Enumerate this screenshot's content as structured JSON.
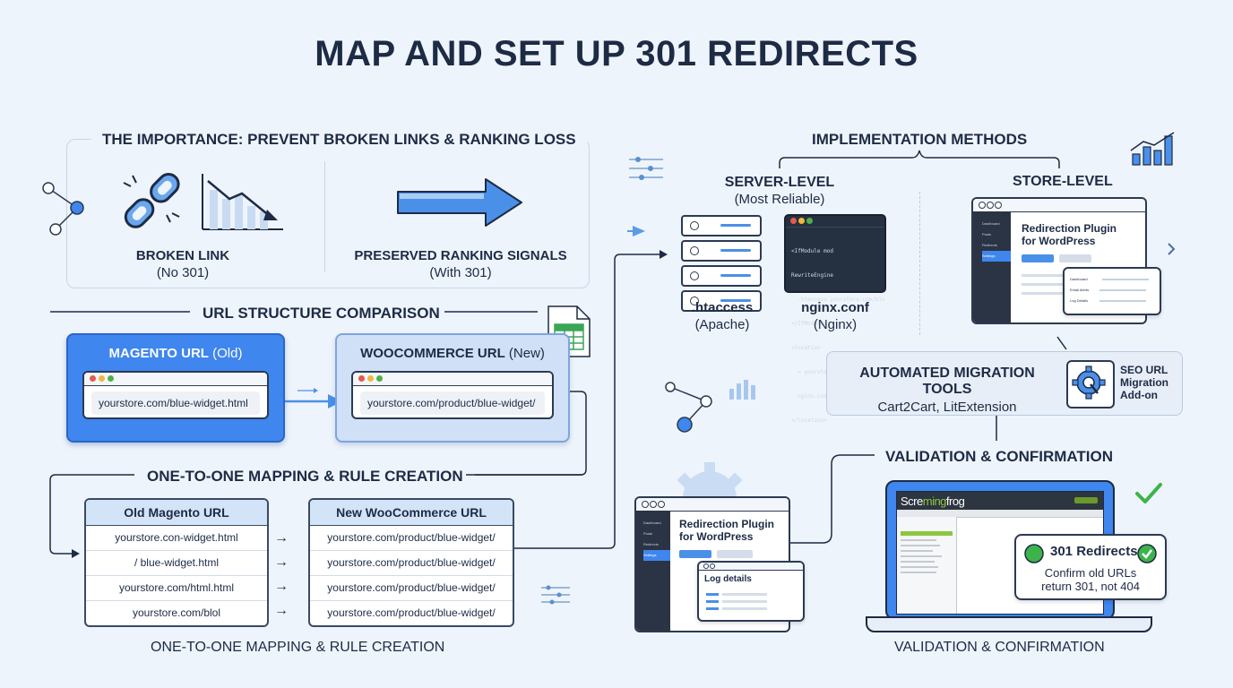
{
  "title": "MAP AND SET UP 301 REDIRECTS",
  "importance": {
    "header": "THE IMPORTANCE: PREVENT BROKEN LINKS & RANKING LOSS",
    "broken_title": "BROKEN LINK",
    "broken_sub": "(No 301)",
    "preserved_title": "PRESERVED RANKING SIGNALS",
    "preserved_sub": "(With 301)"
  },
  "url_comparison": {
    "header": "URL STRUCTURE COMPARISON",
    "old_title": "MAGENTO URL",
    "old_tag": "(Old)",
    "old_url": "yourstore.com/blue-widget.html",
    "new_title": "WOOCOMMERCE URL",
    "new_tag": "(New)",
    "new_url": "yourstore.com/product/blue-widget/"
  },
  "mapping": {
    "header": "ONE-TO-ONE MAPPING & RULE CREATION",
    "footer": "ONE-TO-ONE MAPPING & RULE CREATION",
    "old_header": "Old Magento URL",
    "new_header": "New WooCommerce URL",
    "old_rows": [
      "yourstore.con-widget.html",
      "/ blue-widget.html",
      "yourstore.com/html.html",
      "yourstore.com/blol"
    ],
    "new_rows": [
      "yourstore.com/product/blue-widget/",
      "yourstore.com/product/blue-widget/",
      "yourstore.com/product/blue-widget/",
      "yourstore.com/product/blue-widget/"
    ]
  },
  "implementation": {
    "header": "IMPLEMENTATION METHODS",
    "server_title": "SERVER-LEVEL",
    "server_sub": "(Most Reliable)",
    "store_title": "STORE-LEVEL",
    "htaccess_title": ".htaccess",
    "htaccess_sub": "(Apache)",
    "nginx_title": "nginx.conf",
    "nginx_sub": "(Nginx)",
    "code_lines": [
      "<IfModule mod",
      "RewriteEngine",
      "  .htaccess yourstore.com/blue-widget",
      "</IfModule>",
      "<location",
      "  = yourstore.com",
      "  nginx.conf {blue-widget ?}",
      "</location>"
    ],
    "plugin_title_1": "Redirection Plugin",
    "plugin_title_2": "for WordPress",
    "sidebar_items": [
      "Dashboard",
      "Posts",
      "Redirects",
      "Settings"
    ],
    "form_rows": [
      "Dashboard",
      "Email Alerts",
      "Log Details"
    ]
  },
  "migration": {
    "title": "AUTOMATED MIGRATION TOOLS",
    "sub": "Cart2Cart, LitExtension",
    "addon_1": "SEO URL",
    "addon_2": "Migration",
    "addon_3": "Add-on"
  },
  "validation": {
    "header": "VALIDATION & CONFIRMATION",
    "footer": "VALIDATION & CONFIRMATION",
    "plugin_title_1": "Redirection Plugin",
    "plugin_title_2": "for WordPress",
    "log_details": "Log details",
    "crawler_brand_1": "Scre",
    "crawler_brand_2": "ming",
    "crawler_brand_3": "frog",
    "badge_title": "301 Redirects",
    "badge_line1": "Confirm old URLs",
    "badge_line2": "return 301, not 404"
  },
  "colors": {
    "accent": "#3f86ee",
    "dark": "#1d2b45",
    "success": "#3cb44a"
  }
}
